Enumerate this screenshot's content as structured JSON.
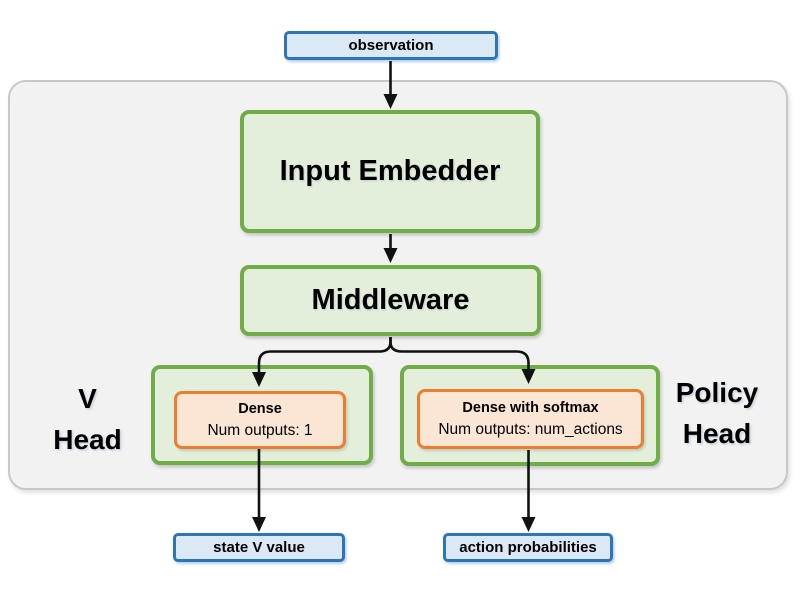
{
  "nodes": {
    "observation": {
      "label": "observation"
    },
    "input_embedder": {
      "label": "Input Embedder"
    },
    "middleware": {
      "label": "Middleware"
    }
  },
  "heads": {
    "v": {
      "title_line1": "V",
      "title_line2": "Head",
      "dense": {
        "title": "Dense",
        "subtitle": "Num outputs: 1"
      },
      "output": {
        "label": "state V value"
      }
    },
    "policy": {
      "title_line1": "Policy",
      "title_line2": "Head",
      "dense": {
        "title": "Dense with softmax",
        "subtitle": "Num outputs: num_actions"
      },
      "output": {
        "label": "action probabilities"
      }
    }
  },
  "colors": {
    "blue-border": "#2e75b6",
    "blue-fill": "#dbe9f7",
    "green-border": "#70ad47",
    "green-fill": "#e3efda",
    "orange-border": "#ed7d31",
    "orange-fill": "#fbe6d5",
    "container-fill": "#f2f2f2",
    "container-border": "#c8c8c8",
    "arrow": "#111111",
    "text": "#000000"
  }
}
